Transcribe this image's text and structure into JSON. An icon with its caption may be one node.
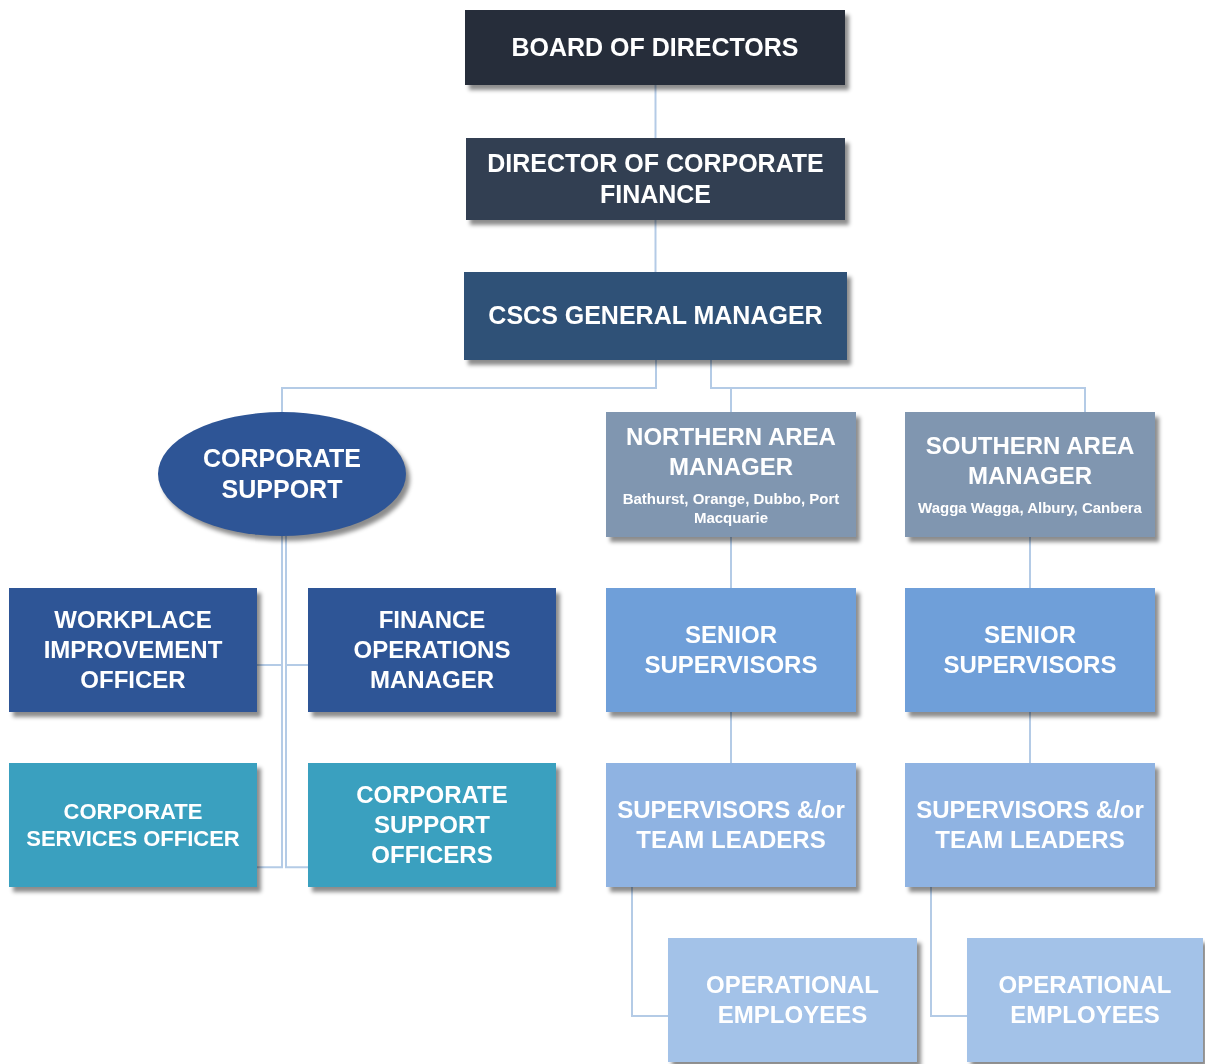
{
  "diagram": {
    "nodes": [
      {
        "text": [
          "BOARD OF DIRECTORS"
        ]
      },
      {
        "text": [
          "DIRECTOR OF CORPORATE FINANCE"
        ]
      },
      {
        "text": [
          "CSCS GENERAL MANAGER"
        ]
      },
      {
        "text": [
          "CORPORATE SUPPORT"
        ]
      },
      {
        "text": [
          "NORTHERN AREA MANAGER",
          "Bathurst, Orange, Dubbo, Port Macquarie"
        ]
      },
      {
        "text": [
          "SOUTHERN AREA MANAGER",
          "Wagga Wagga, Albury, Canbera"
        ]
      },
      {
        "text": [
          "WORKPLACE IMPROVEMENT OFFICER"
        ]
      },
      {
        "text": [
          "FINANCE OPERATIONS MANAGER"
        ]
      },
      {
        "text": [
          "CORPORATE SERVICES OFFICER"
        ]
      },
      {
        "text": [
          "CORPORATE SUPPORT OFFICERS"
        ]
      },
      {
        "text": [
          "SENIOR SUPERVISORS"
        ]
      },
      {
        "text": [
          "SENIOR SUPERVISORS"
        ]
      },
      {
        "text": [
          "SUPERVISORS &/or TEAM LEADERS"
        ]
      },
      {
        "text": [
          "SUPERVISORS &/or TEAM LEADERS"
        ]
      },
      {
        "text": [
          "OPERATIONAL EMPLOYEES"
        ]
      },
      {
        "text": [
          "OPERATIONAL EMPLOYEES"
        ]
      }
    ],
    "edges": [
      {
        "from": 0,
        "to": 1,
        "arrow": "none"
      },
      {
        "from": 1,
        "to": 2,
        "arrow": "none"
      },
      {
        "from": 2,
        "to": 3,
        "arrow": "none"
      },
      {
        "from": 2,
        "to": 4,
        "arrow": "none"
      },
      {
        "from": 2,
        "to": 5,
        "arrow": "none"
      },
      {
        "from": 3,
        "to": 6,
        "arrow": "none"
      },
      {
        "from": 3,
        "to": 7,
        "arrow": "none"
      },
      {
        "from": 3,
        "to": 8,
        "arrow": "none"
      },
      {
        "from": 3,
        "to": 9,
        "arrow": "none"
      },
      {
        "from": 4,
        "to": 10,
        "arrow": "none"
      },
      {
        "from": 10,
        "to": 12,
        "arrow": "none"
      },
      {
        "from": 12,
        "to": 14,
        "arrow": "none"
      },
      {
        "from": 5,
        "to": 11,
        "arrow": "none"
      },
      {
        "from": 11,
        "to": 13,
        "arrow": "none"
      },
      {
        "from": 13,
        "to": 15,
        "arrow": "none"
      }
    ]
  }
}
